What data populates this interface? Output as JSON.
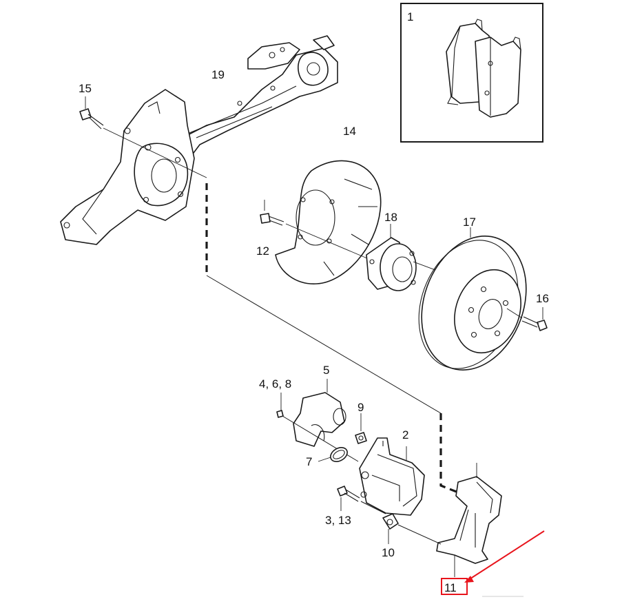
{
  "labels": {
    "l1": "1",
    "l15": "15",
    "l19": "19",
    "l14": "14",
    "l12": "12",
    "l18": "18",
    "l17": "17",
    "l16": "16",
    "l5": "5",
    "l468": "4, 6, 8",
    "l9": "9",
    "l2": "2",
    "l7": "7",
    "l313": "3, 13",
    "l10": "10",
    "l11": "11"
  },
  "highlight": {
    "color": "#e8141c"
  }
}
